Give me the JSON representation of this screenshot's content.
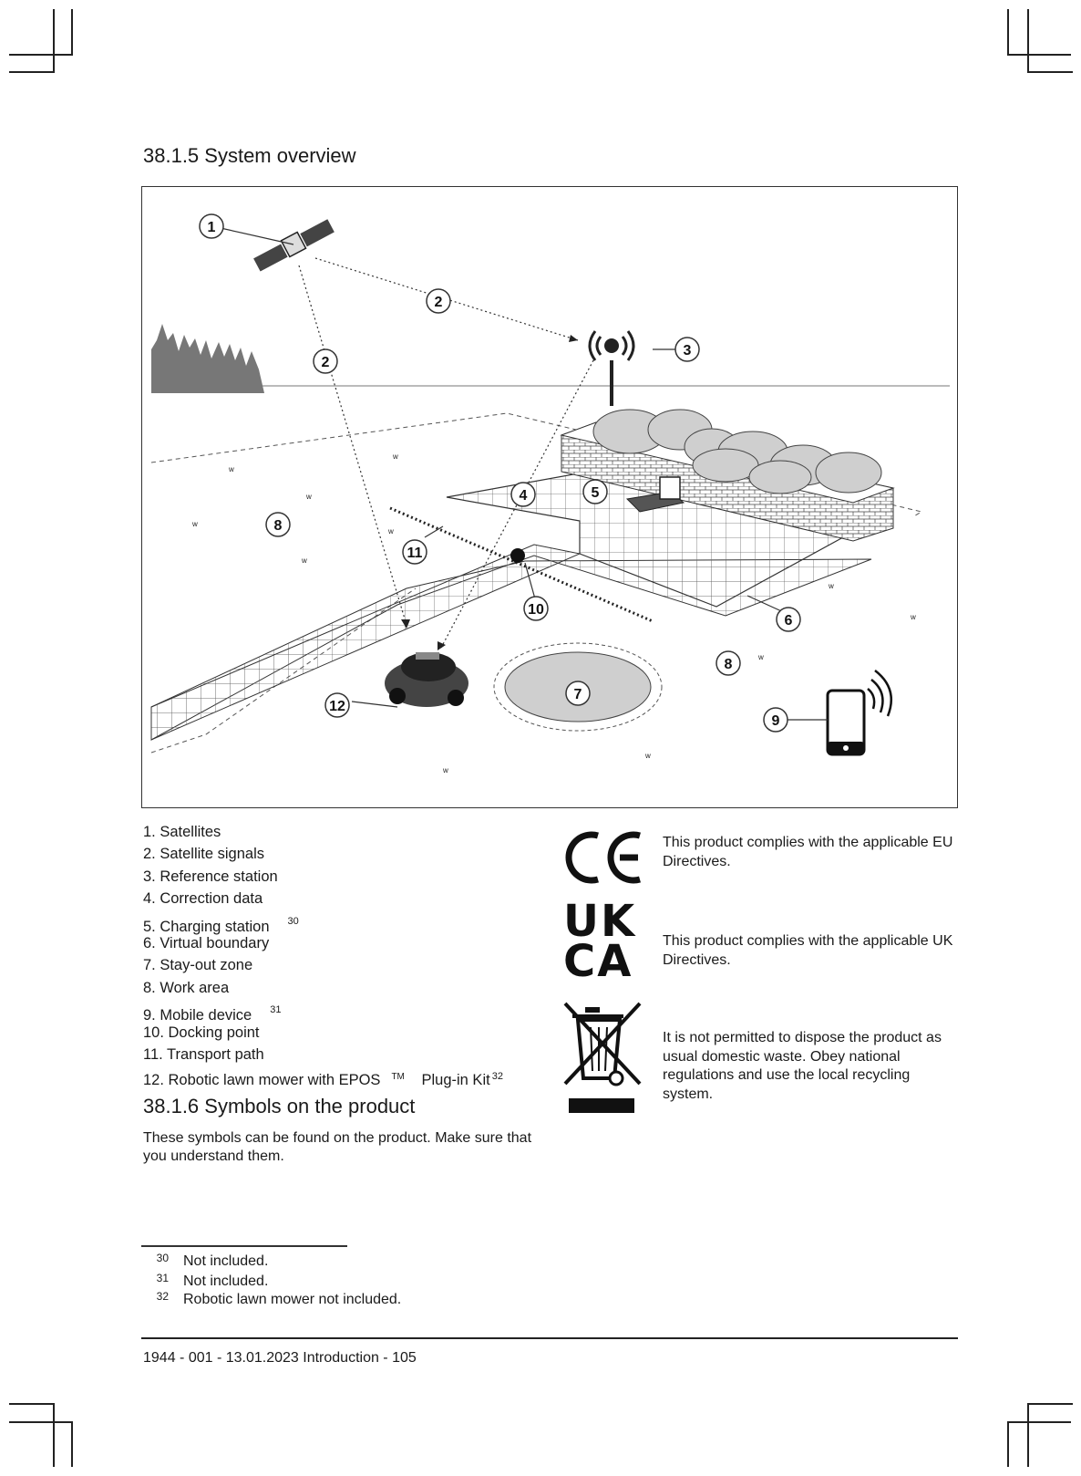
{
  "section1": {
    "title": "38.1.5 System overview"
  },
  "callouts": {
    "c1": "1",
    "c2a": "2",
    "c2b": "2",
    "c3": "3",
    "c4": "4",
    "c5": "5",
    "c6": "6",
    "c7": "7",
    "c8a": "8",
    "c8b": "8",
    "c9": "9",
    "c10": "10",
    "c11": "11",
    "c12": "12"
  },
  "legend": [
    {
      "text": "1. Satellites"
    },
    {
      "text": "2. Satellite signals"
    },
    {
      "text": "3. Reference station"
    },
    {
      "text": "4. Correction data"
    },
    {
      "text": "5. Charging station",
      "footnote": "30"
    },
    {
      "text": "6. Virtual boundary"
    },
    {
      "text": "7. Stay-out zone"
    },
    {
      "text": "8. Work area"
    },
    {
      "text": "9. Mobile device",
      "footnote": "31"
    },
    {
      "text": "10. Docking point"
    },
    {
      "text": "11. Transport path"
    },
    {
      "text": "12. Robotic lawn mower with EPOS",
      "tm": "TM",
      "after": " Plug-in Kit",
      "footnote": "32"
    }
  ],
  "section2": {
    "title": "38.1.6 Symbols on the product",
    "intro": "These symbols can be found on the product. Make sure that you understand them."
  },
  "symbols": [
    {
      "icon": "ce-mark-icon",
      "text": "This product complies with the applicable EU Directives."
    },
    {
      "icon": "ukca-mark-icon",
      "label_top": "UK",
      "label_bottom": "CA",
      "text": "This product complies with the applicable UK Directives."
    },
    {
      "icon": "weee-crossed-bin-icon",
      "text": "It is not permitted to dispose the product as usual domestic waste. Obey national regulations and use the local recycling system."
    }
  ],
  "footnotes": [
    {
      "num": "30",
      "text": "Not included."
    },
    {
      "num": "31",
      "text": "Not included."
    },
    {
      "num": "32",
      "text": "Robotic lawn mower not included."
    }
  ],
  "footer": {
    "text": "1944 - 001 - 13.01.2023 Introduction - ",
    "page": "105"
  }
}
